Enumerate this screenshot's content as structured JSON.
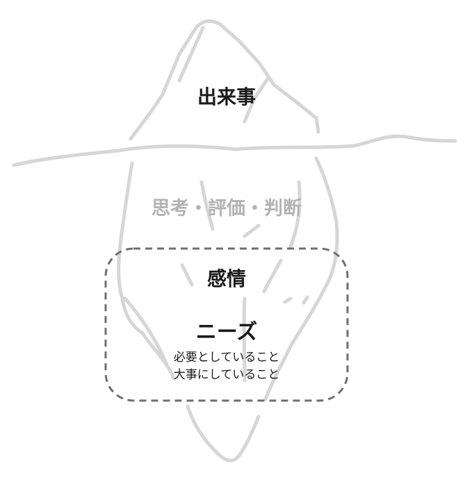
{
  "iceberg": {
    "top_label": "出来事",
    "middle_label": "思考・評価・判断",
    "feelings_label": "感情",
    "needs_label": "ニーズ",
    "needs_desc_1": "必要としていること",
    "needs_desc_2": "大事にしていること"
  },
  "colors": {
    "sketch_line": "#d6d6d6",
    "dashed_box": "#6e6e6e",
    "main_text": "#1a1a1a",
    "faded_text": "#b3b3b3"
  }
}
